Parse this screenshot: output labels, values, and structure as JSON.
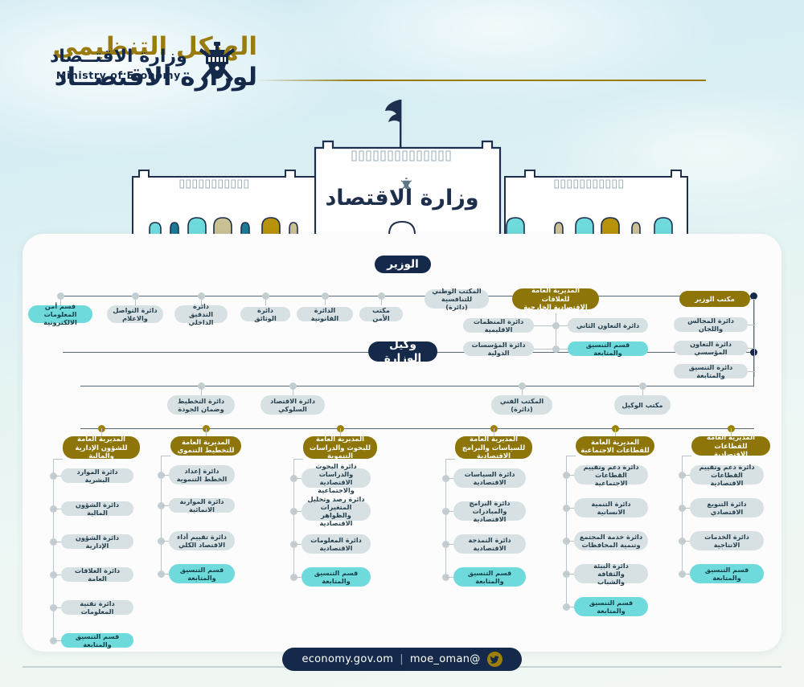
{
  "header": {
    "title_line1": "الهيكل التنظيمي",
    "title_line2": "لوزارة الاقتصــاد",
    "logo_ar": "وزارة الاقتــصاد",
    "logo_en": "Ministry of Economy",
    "emblem_icon": "oman-khanjar-emblem-icon"
  },
  "building": {
    "sign_text": "وزارة الاقتصاد",
    "emblem_icon": "oman-khanjar-emblem-icon",
    "flag_icon": "flag-icon",
    "colors": {
      "wall": "#ffffff",
      "outline": "#1d2f4d",
      "window_teal": "#1b7b96",
      "window_cyan": "#6fdadb",
      "window_khaki": "#c9c193",
      "window_gold": "#b8920a"
    }
  },
  "chart_colors": {
    "navy": "#15294a",
    "gold": "#8e750a",
    "cyan": "#6fdadb",
    "grey": "#d7e0e2",
    "line": "#b9c4ca",
    "panel": "#fbfcfb"
  },
  "top": {
    "minister": "الوزير",
    "deputy": "وكيل الوزارة"
  },
  "minister_left_units": [
    {
      "label": "قسم أمن المعلومات\nالالكترونية",
      "style": "cyan"
    },
    {
      "label": "دائرة  التواصل\nوالاعلام",
      "style": "grey"
    },
    {
      "label": "دائرة\nالتدقيق الداخلي",
      "style": "grey"
    },
    {
      "label": "دائرة الوثائق",
      "style": "grey"
    },
    {
      "label": "الدائرة القانونية",
      "style": "grey"
    },
    {
      "label": "مكتب الأمن",
      "style": "grey"
    }
  ],
  "minister_right_units": [
    {
      "label": "المكتب الوطني\nللتنافسية  (دائرة)",
      "style": "grey"
    }
  ],
  "external_relations": {
    "header": "المديرية العامة للعلاقات\nالاقتصادية الخارجية",
    "children_right": [
      {
        "label": "دائرة التعاون الثاني",
        "style": "grey"
      },
      {
        "label": "قسم التنسيق والمتابعة",
        "style": "cyan"
      }
    ],
    "children_left": [
      {
        "label": "دائرة المنظمات الاقليمية",
        "style": "grey"
      },
      {
        "label": "دائرة المؤسسات الدولية",
        "style": "grey"
      }
    ]
  },
  "minister_office": {
    "header": "مكتب الوزير",
    "children": [
      {
        "label": "دائرة المجالس واللجان",
        "style": "grey"
      },
      {
        "label": "دائرة التعاون المؤسسي",
        "style": "grey"
      },
      {
        "label": "دائرة التنسيق والمتابعة",
        "style": "grey"
      }
    ]
  },
  "deputy_units": [
    {
      "label": "دائرة التخطيط\nوضمان الجودة",
      "style": "grey"
    },
    {
      "label": "دائرة الاقتصاد\nالسلوكي",
      "style": "grey"
    },
    {
      "label": "المكتب الفني\n(دائرة)",
      "style": "grey"
    },
    {
      "label": "مكتب الوكيل",
      "style": "grey"
    }
  ],
  "directorates": [
    {
      "header": "المديرية العامة\nللشؤون الإدارية\nوالمالية",
      "children": [
        {
          "label": "دائرة الموارد البشرية",
          "style": "grey"
        },
        {
          "label": "دائرة الشؤون المالية",
          "style": "grey"
        },
        {
          "label": "دائرة الشؤون الإدارية",
          "style": "grey"
        },
        {
          "label": "دائرة العلاقات العامة",
          "style": "grey"
        },
        {
          "label": "دائرة تقنية المعلومات",
          "style": "grey"
        },
        {
          "label": "قسم التنسيق والمتابعة",
          "style": "cyan"
        }
      ]
    },
    {
      "header": "المديرية العامة\nللتخطيط التنموي",
      "children": [
        {
          "label": "دائرة  إعداد\nالخطط التنموية",
          "style": "grey"
        },
        {
          "label": "دائرة الموازنة الانمائية",
          "style": "grey"
        },
        {
          "label": "دائرة تقييم أداء\nالاقتصاد الكلي",
          "style": "grey"
        },
        {
          "label": "قسم التنسيق\nوالمتابعة",
          "style": "cyan"
        }
      ]
    },
    {
      "header": "المديرية العامة\nللبحوث والدراسات\nالتنموية",
      "children": [
        {
          "label": "دائرة البحوث والدراسات\nالاقتصادية والاجتماعية",
          "style": "grey"
        },
        {
          "label": "دائرة رصد وتحليل المتغيرات\nوالظواهر الاقتصادية",
          "style": "grey"
        },
        {
          "label": "دائرة المعلومات\nالاقتصادية",
          "style": "grey"
        },
        {
          "label": "قسم التنسيق\nوالمتابعة",
          "style": "cyan"
        }
      ]
    },
    {
      "header": "المديرية العامة\nللسياسات والبرامج\nالاقتصادية",
      "children": [
        {
          "label": "دائرة السياسات\nالاقتصادية",
          "style": "grey"
        },
        {
          "label": "دائرة البرامج\nوالمبادرات الاقتصادية",
          "style": "grey"
        },
        {
          "label": "دائرة النمذجة\nالاقتصادية",
          "style": "grey"
        },
        {
          "label": "قسم التنسيق\nوالمتابعة",
          "style": "cyan"
        }
      ]
    },
    {
      "header": "المديرية العامة\nللقطاعات الاجتماعية",
      "children": [
        {
          "label": "دائرة دعم وتقييم\nالقطاعات الاجتماعية",
          "style": "grey"
        },
        {
          "label": "دائرة التنمية\nالانسانية",
          "style": "grey"
        },
        {
          "label": "دائرة  خدمة المجتمع\nوتنمية المحافظات",
          "style": "grey"
        },
        {
          "label": "دائرة البيئة والثقافة\nوالشباب",
          "style": "grey"
        },
        {
          "label": "قسم التنسيق\nوالمتابعة",
          "style": "cyan"
        }
      ]
    },
    {
      "header": "المديرية العامة\nللقطاعات الاقتصادية",
      "children": [
        {
          "label": "دائرة دعم وتقييم\nالقطاعات الاقتصادية",
          "style": "grey"
        },
        {
          "label": "دائرة التنويع\nالاقتصادي",
          "style": "grey"
        },
        {
          "label": "دائرة  الخدمات\nالانتاجية",
          "style": "grey"
        },
        {
          "label": "قسم التنسيق\nوالمتابعة",
          "style": "cyan"
        }
      ]
    }
  ],
  "footer": {
    "handle": "@moe_oman",
    "separator": "|",
    "website": "economy.gov.om",
    "twitter_icon": "twitter-bird-icon"
  }
}
